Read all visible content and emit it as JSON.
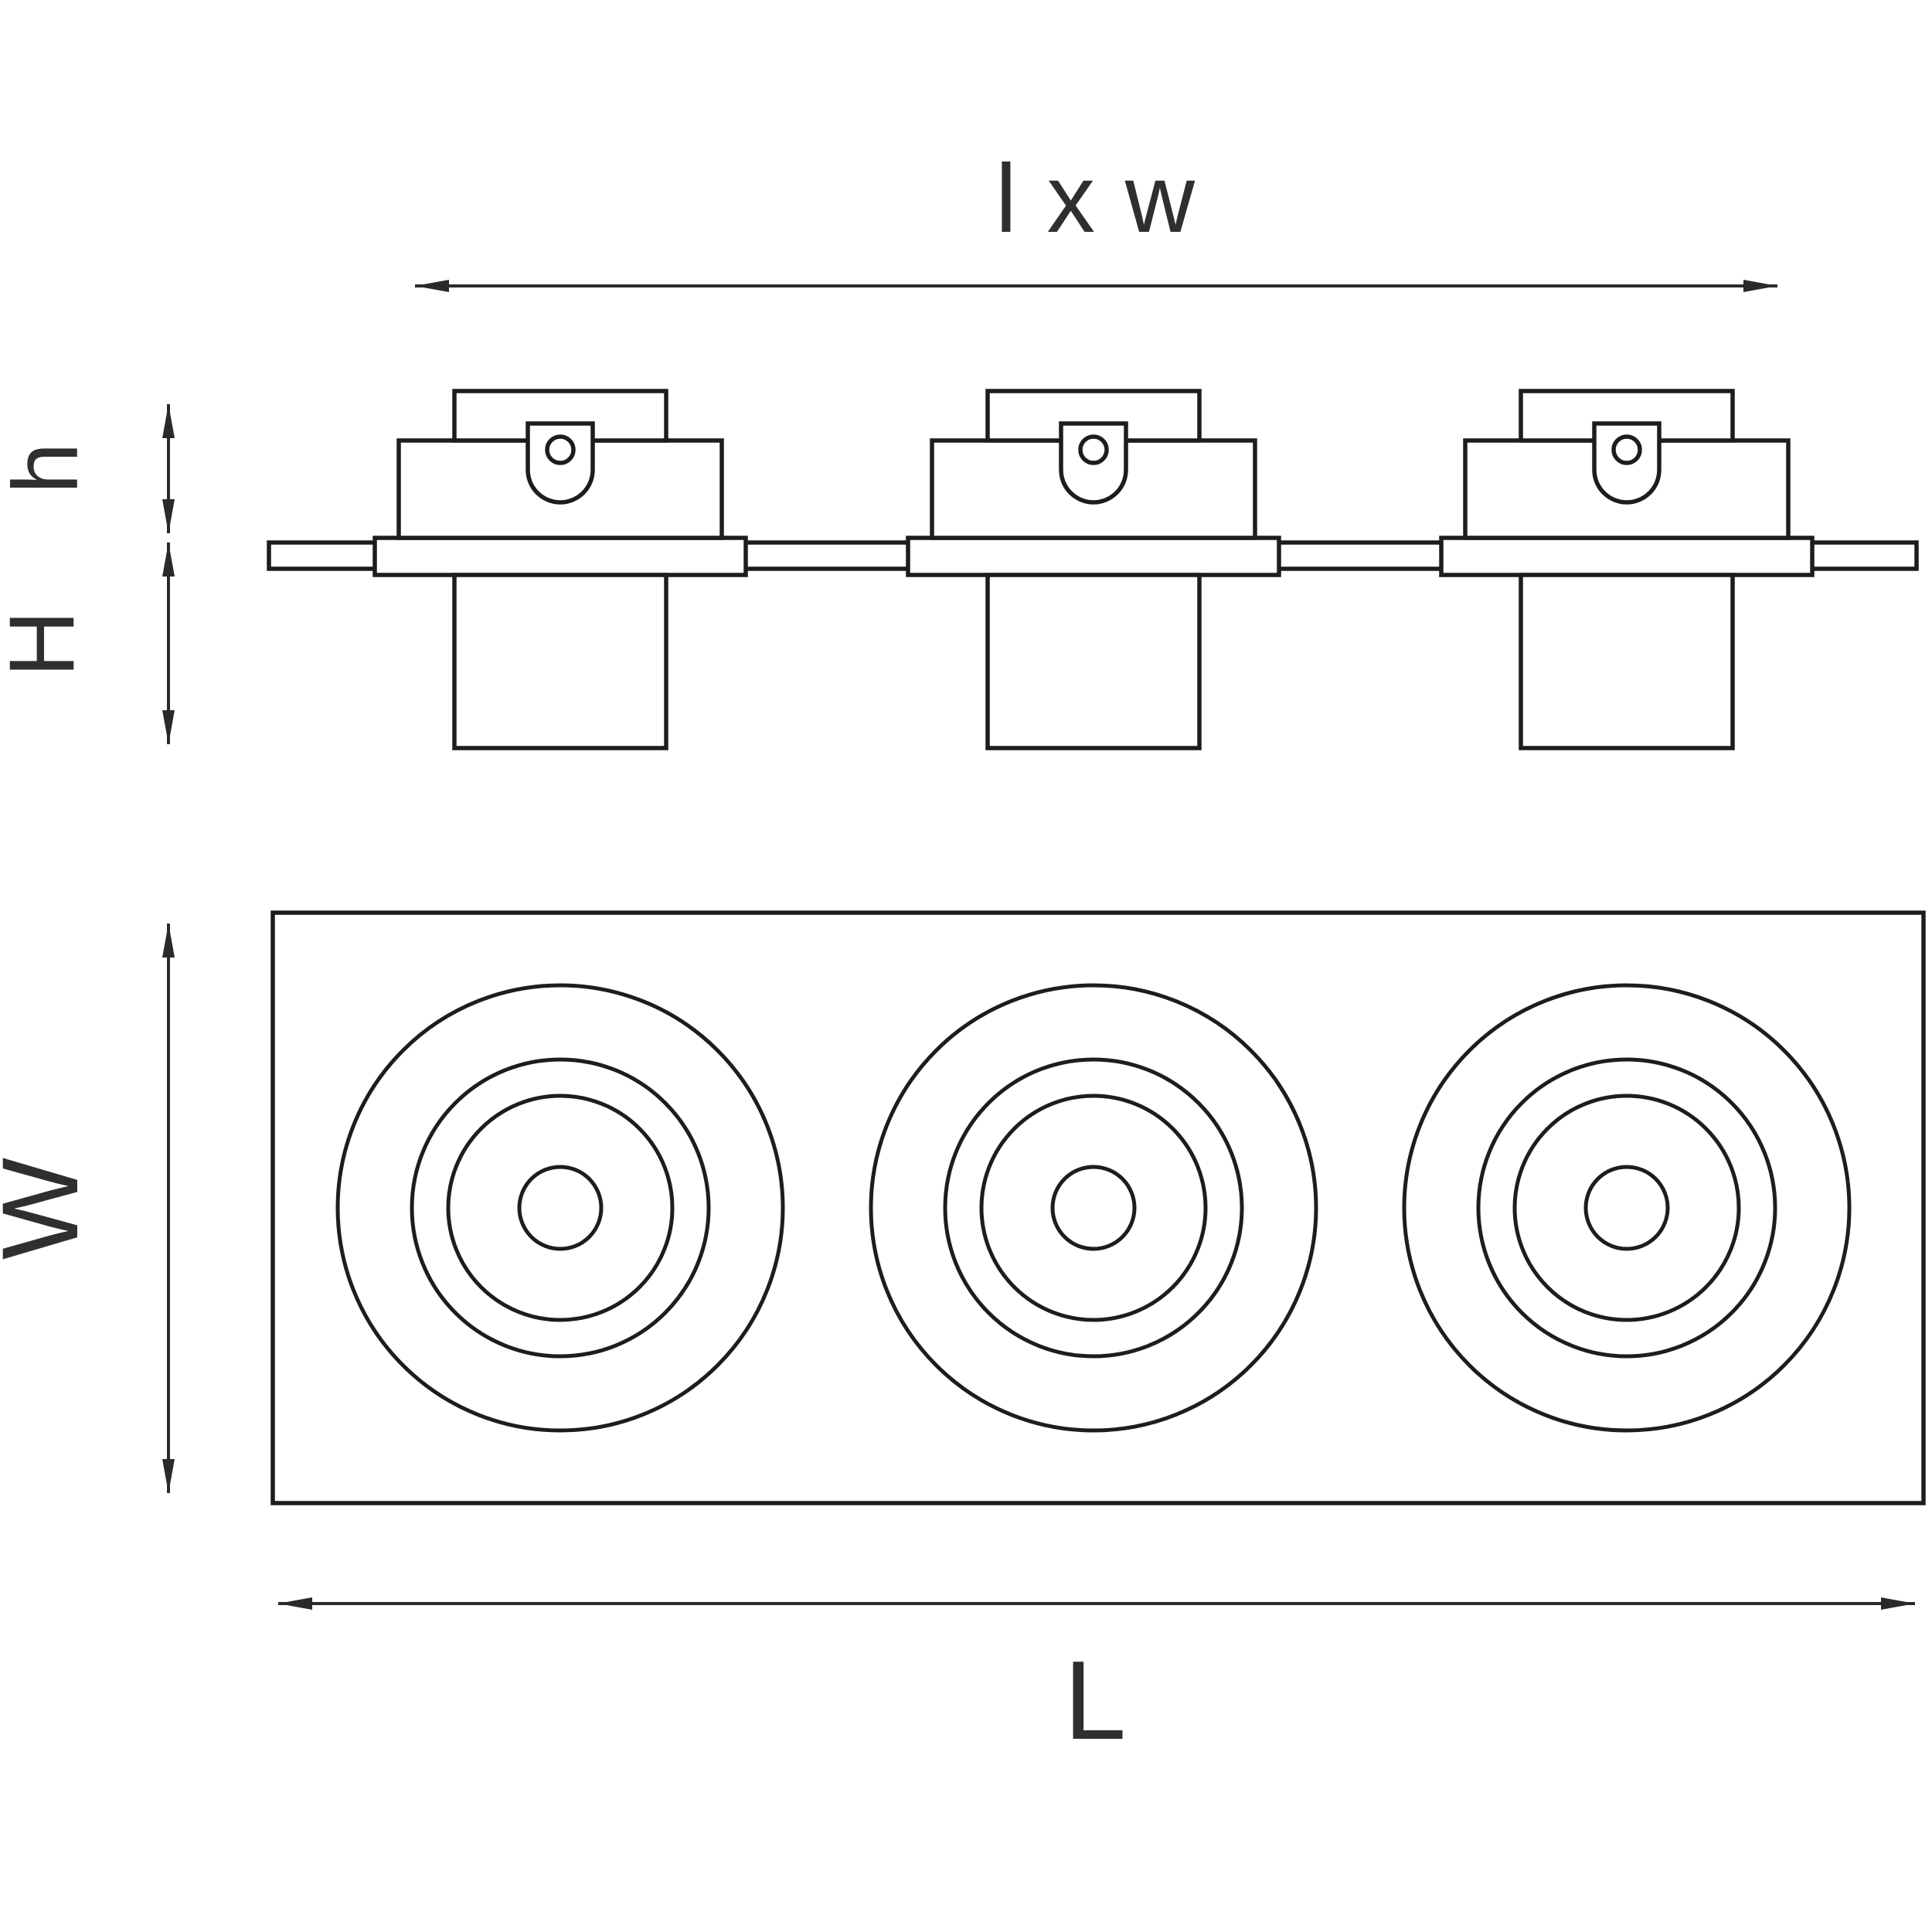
{
  "diagram": {
    "type": "technical-dimension-drawing",
    "subject": "triple-recessed-spotlight-fixture",
    "views": [
      "side-elevation",
      "plan-view"
    ],
    "module_count": 3,
    "labels": {
      "top_dimension": "l x w",
      "height_small": "h",
      "height_large": "H",
      "width": "W",
      "length": "L"
    },
    "colors": {
      "line": "#1d1d1b",
      "dimension": "#2a2a2a",
      "background": "#ffffff"
    }
  }
}
